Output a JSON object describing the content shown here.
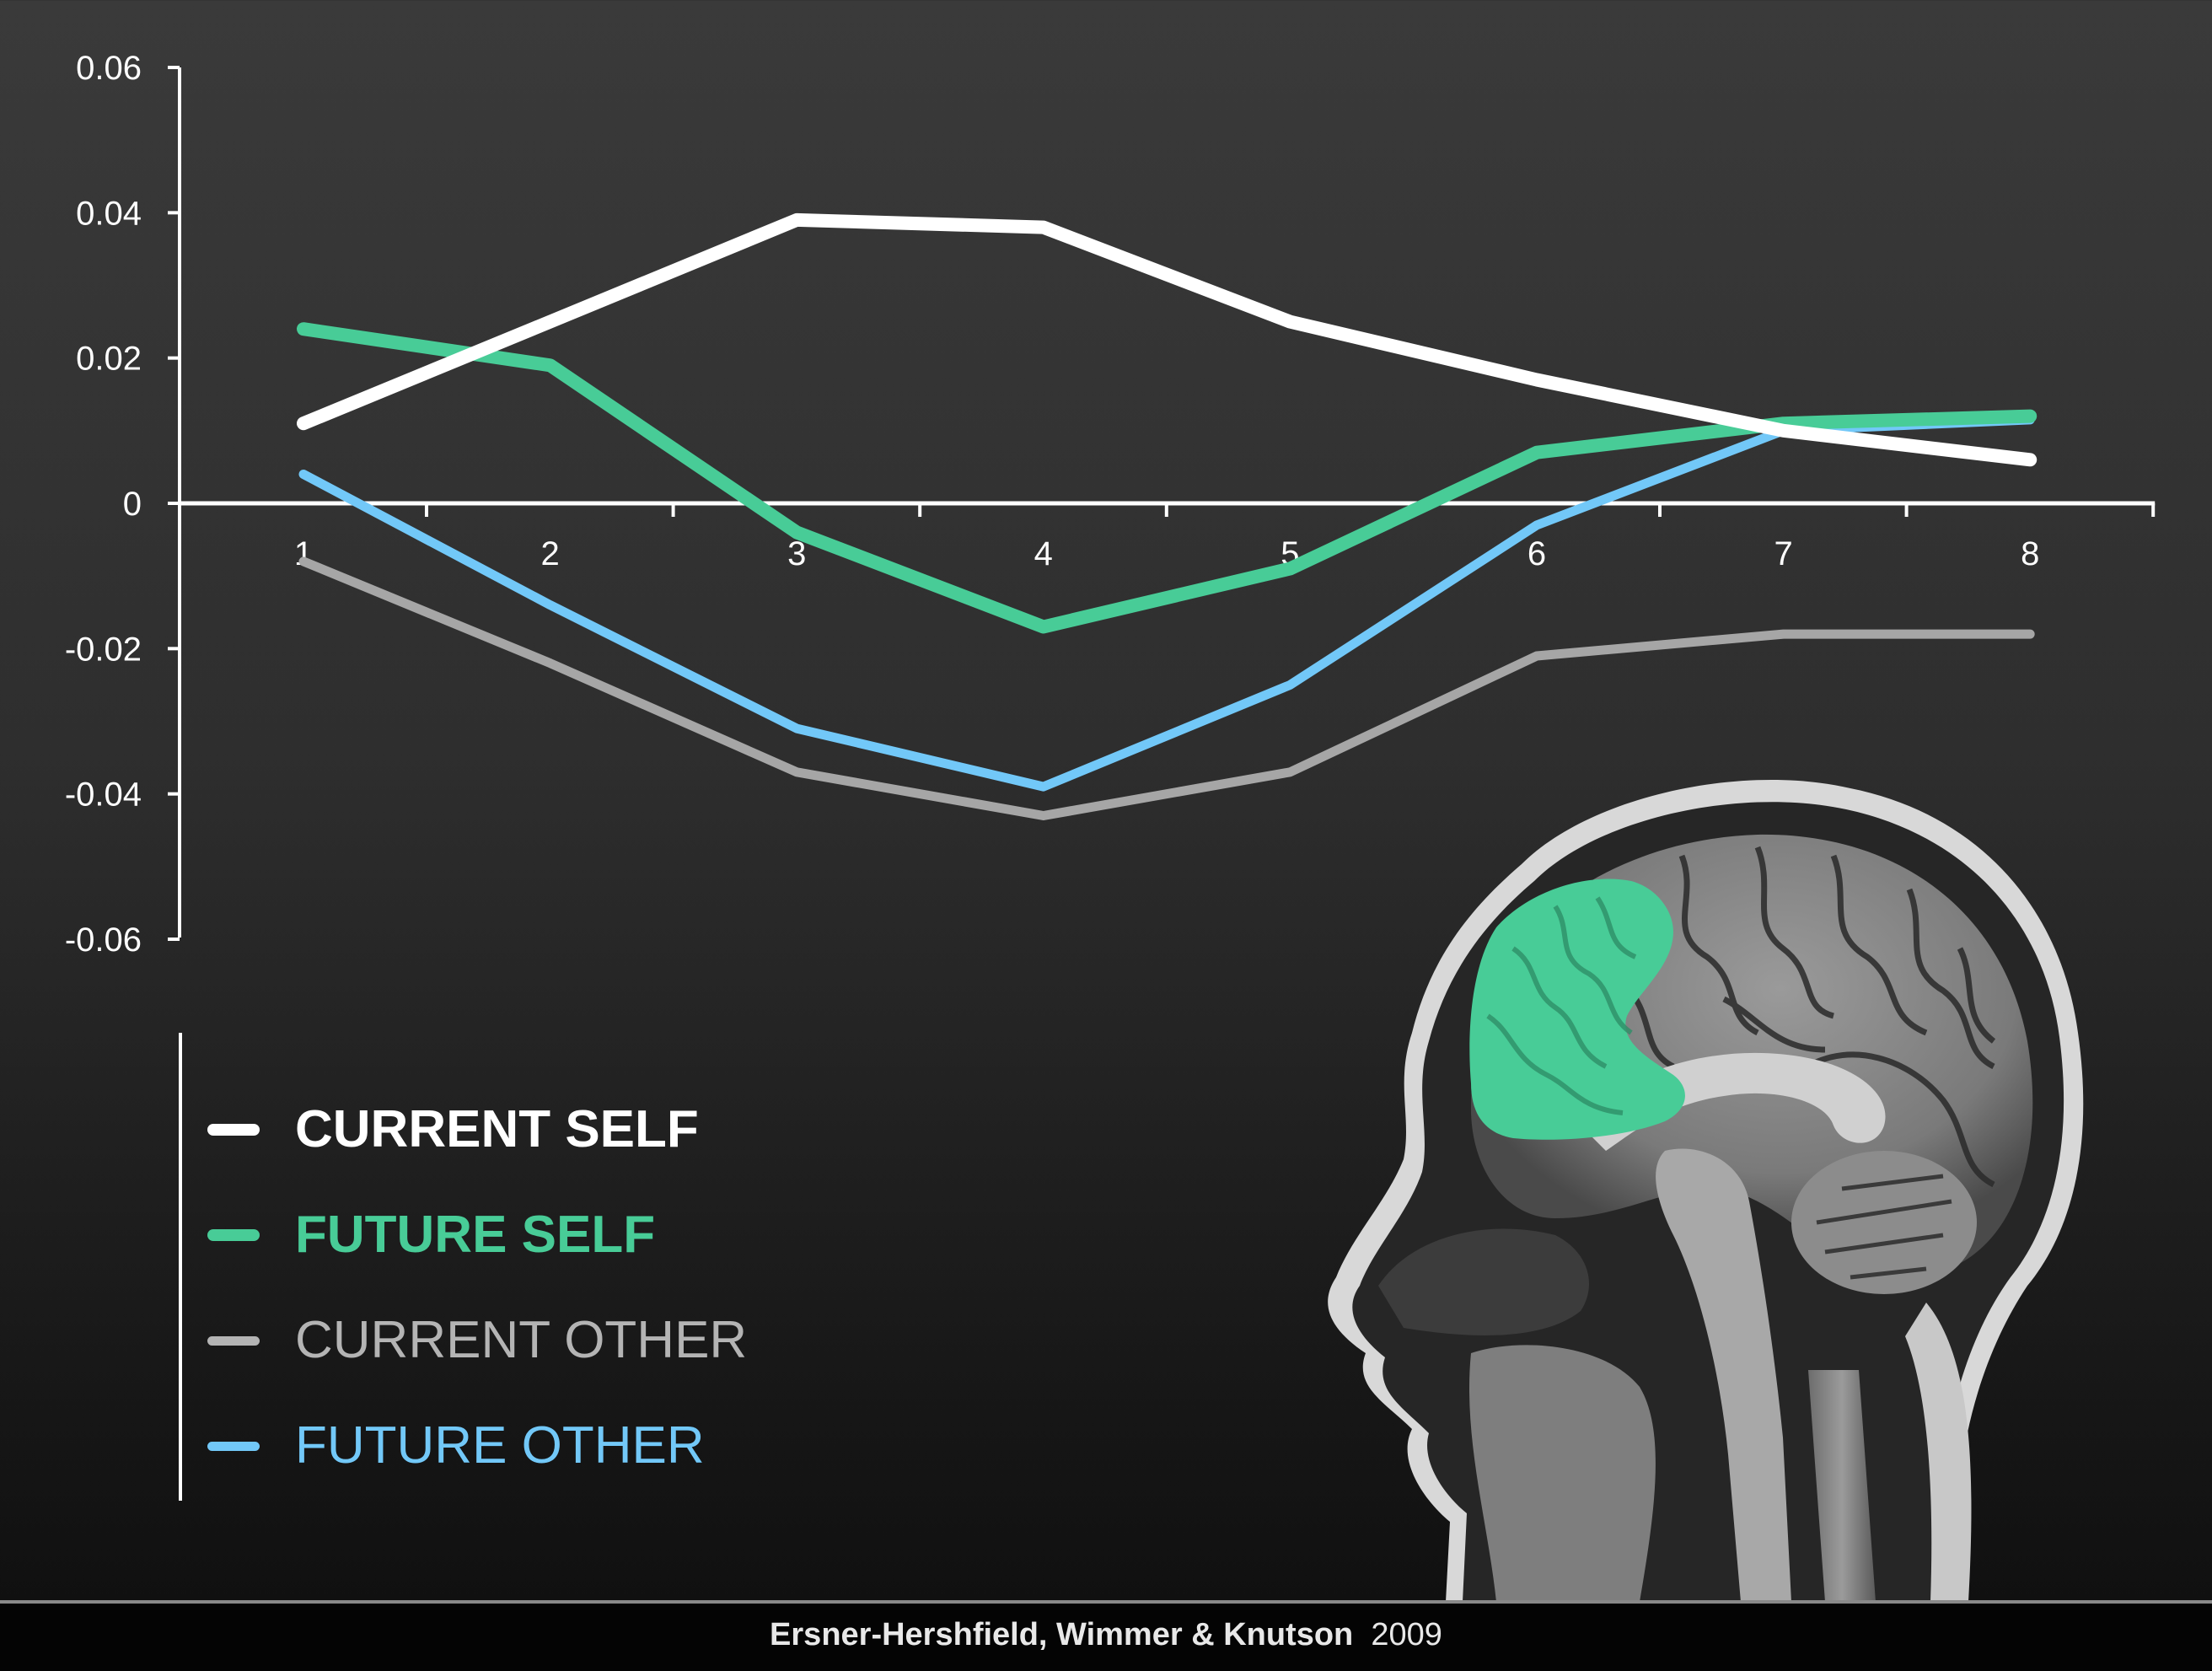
{
  "chart_data": {
    "type": "line",
    "title": "",
    "xlabel": "",
    "ylabel": "",
    "x": [
      1,
      2,
      3,
      4,
      5,
      6,
      7,
      8
    ],
    "ylim": [
      -0.06,
      0.06
    ],
    "yticks": [
      "0.06",
      "0.04",
      "0.02",
      "0",
      "-0.02",
      "-0.04",
      "-0.06"
    ],
    "ytick_values": [
      0.06,
      0.04,
      0.02,
      0,
      -0.02,
      -0.04,
      -0.06
    ],
    "xticks": [
      "1",
      "2",
      "3",
      "4",
      "5",
      "6",
      "7",
      "8"
    ],
    "grid": false,
    "legend_position": "below-left",
    "series": [
      {
        "name": "CURRENT SELF",
        "color": "#ffffff",
        "bold": true,
        "width": 16,
        "values": [
          0.011,
          0.025,
          0.039,
          0.038,
          0.025,
          0.017,
          0.01,
          0.006
        ]
      },
      {
        "name": "FUTURE SELF",
        "color": "#48cc97",
        "bold": true,
        "width": 16,
        "values": [
          0.024,
          0.019,
          -0.004,
          -0.017,
          -0.009,
          0.007,
          0.011,
          0.012
        ]
      },
      {
        "name": "CURRENT OTHER",
        "color": "#a6a6a6",
        "bold": false,
        "width": 11,
        "values": [
          -0.008,
          -0.022,
          -0.037,
          -0.043,
          -0.037,
          -0.021,
          -0.018,
          -0.018
        ]
      },
      {
        "name": "FUTURE OTHER",
        "color": "#72c8f8",
        "bold": false,
        "width": 11,
        "values": [
          0.004,
          -0.014,
          -0.031,
          -0.039,
          -0.025,
          -0.003,
          0.01,
          0.0115
        ]
      }
    ]
  },
  "legend": {
    "items": [
      {
        "label": "CURRENT SELF",
        "color": "#ffffff"
      },
      {
        "label": "FUTURE SELF",
        "color": "#48cc97"
      },
      {
        "label": "CURRENT OTHER",
        "color": "#b4b4b4"
      },
      {
        "label": "FUTURE OTHER",
        "color": "#72c8f8"
      }
    ]
  },
  "image": {
    "description": "sagittal MRI brain scan with medial prefrontal cortex highlighted",
    "highlight_color": "#48cc97"
  },
  "footer": {
    "authors": "Ersner-Hershfield, Wimmer & Knutson",
    "year": "2009"
  }
}
